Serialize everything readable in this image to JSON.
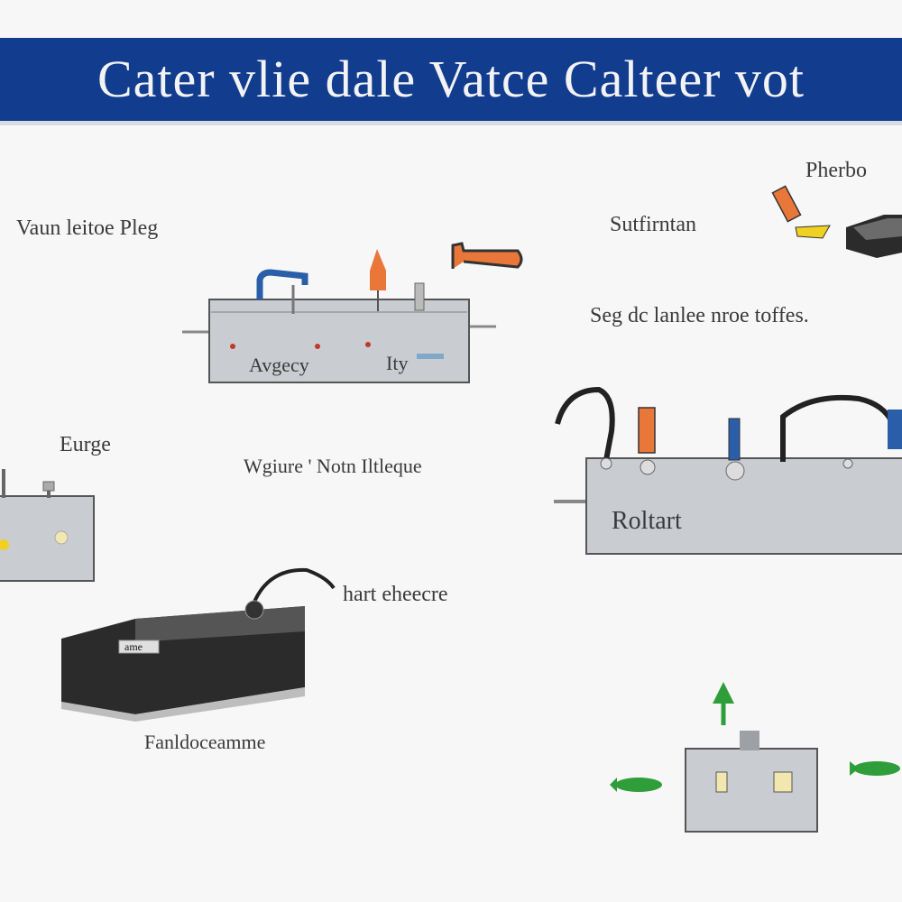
{
  "title": "Cater vlie dale Vatce Calteer vot",
  "labels": {
    "vacuum_label": "Vaun leitoe Pleg",
    "sutfirnan": "Sutfirntan",
    "pherbo": "Pherbo",
    "seg_label": "Seg dc lanlee nroe toffes.",
    "eurg_label": "Eurge",
    "wgiure_label": "Wgiure ' Notn Iltleque",
    "start_label": "Roltart",
    "hart_label": "hart eheecre",
    "battery_label": "Fanldoceamme",
    "box_text_1": "Avgecy",
    "box_text_2": "Ity",
    "battery_badge": "ame"
  },
  "colors": {
    "banner": "#123d8f",
    "box_fill": "#c9cdd2",
    "battery_fill": "#2b2b2b",
    "arrow_green": "#2f9e3a",
    "probe_orange": "#e9773a",
    "probe_blue": "#2a5ea8",
    "probe_yellow": "#f0d020"
  }
}
